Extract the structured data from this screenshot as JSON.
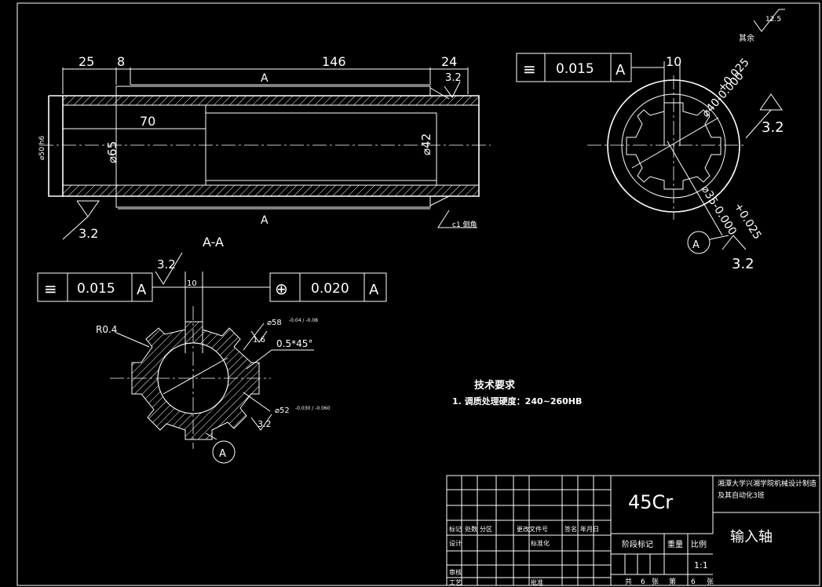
{
  "roughness": {
    "other_label": "其余",
    "other_value": "12.5"
  },
  "main_view": {
    "dims_top": [
      "25",
      "8",
      "146",
      "24"
    ],
    "dim_70": "70",
    "dim_phi65": "⌀65",
    "dim_phi42": "⌀42",
    "dim_phi50": "⌀50 h6",
    "datum_a_top": "A",
    "datum_a_bottom": "A",
    "rough_left": "3.2",
    "rough_right_top": "3.2",
    "chamfer_note": "c1 倒角",
    "section_label": "A-A"
  },
  "end_view": {
    "tol_symbol": "≡",
    "tol_value": "0.015",
    "tol_datum": "A",
    "width_10": "10",
    "dia_upper_tol": "+0.025",
    "dia_upper": "⌀40-0.000",
    "dia_lower_tol": "+0.025",
    "dia_lower": "⌀35-0.000",
    "rough_1": "3.2",
    "rough_2": "3.2",
    "datum_circle": "A"
  },
  "section_view": {
    "rough_top": "3.2",
    "tol1_symbol": "≡",
    "tol1_value": "0.015",
    "tol1_datum": "A",
    "width_10": "10",
    "tol2_symbol": "⊕",
    "tol2_value": "0.020",
    "tol2_datum": "A",
    "radius": "R0.4",
    "dia58": "⌀58",
    "dia58_tol": "-0.04 / -0.08",
    "rough_16": "1.6",
    "chamfer": "0.5*45°",
    "dia52": "⌀52",
    "dia52_tol": "-0.030 / -0.060",
    "rough_32": "3.2",
    "datum_circle": "A"
  },
  "tech": {
    "title": "技术要求",
    "item1": "1. 调质处理硬度：240~260HB"
  },
  "title_block": {
    "material": "45Cr",
    "school": "湘潭大学兴湘学院机械设计制造及其自动化3班",
    "part_name": "输入轴",
    "labels": [
      "标记",
      "处数",
      "分区",
      "更改文件号",
      "签名",
      "年月日",
      "设计",
      "标准化",
      "阶段标记",
      "重量",
      "比例",
      "审核",
      "工艺",
      "批准"
    ],
    "scale": "1:1",
    "sheets_total_label": "共",
    "sheets_total": "6",
    "sheets_unit": "张",
    "sheet_label": "第",
    "sheet_num": "6",
    "sheet_unit": "张"
  }
}
